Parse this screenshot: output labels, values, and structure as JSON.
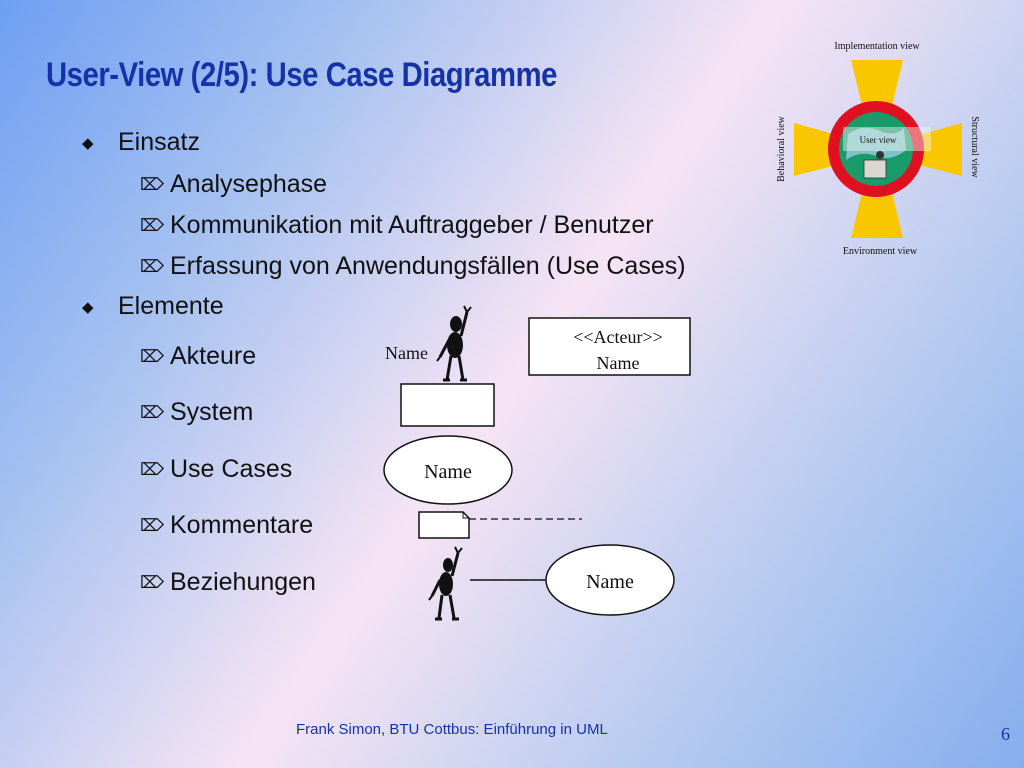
{
  "title": "User-View (2/5): Use Case Diagramme",
  "bullets": [
    {
      "label": "Einsatz",
      "sub": [
        "Analysephase",
        "Kommunikation mit Auftraggeber / Benutzer",
        "Erfassung von Anwendungsfällen (Use Cases)"
      ]
    },
    {
      "label": "Elemente",
      "sub": [
        "Akteure",
        "System",
        "Use Cases",
        "Kommentare",
        "Beziehungen"
      ]
    }
  ],
  "diagram": {
    "actor_label": "Name",
    "actor_box": {
      "stereotype": "<<Acteur>>",
      "name": "Name"
    },
    "usecase_label": "Name",
    "relation_usecase_label": "Name"
  },
  "views": {
    "top": "Implementation view",
    "left": "Behavioral view",
    "right": "Structural view",
    "bottom": "Environment view",
    "center": "User view"
  },
  "footer": "Frank Simon, BTU Cottbus: Einführung in UML",
  "page_number": "6",
  "colors": {
    "title": "#1533a6",
    "ring": "#e01020",
    "petal": "#f9c600",
    "globe": "#1a9a6a"
  }
}
